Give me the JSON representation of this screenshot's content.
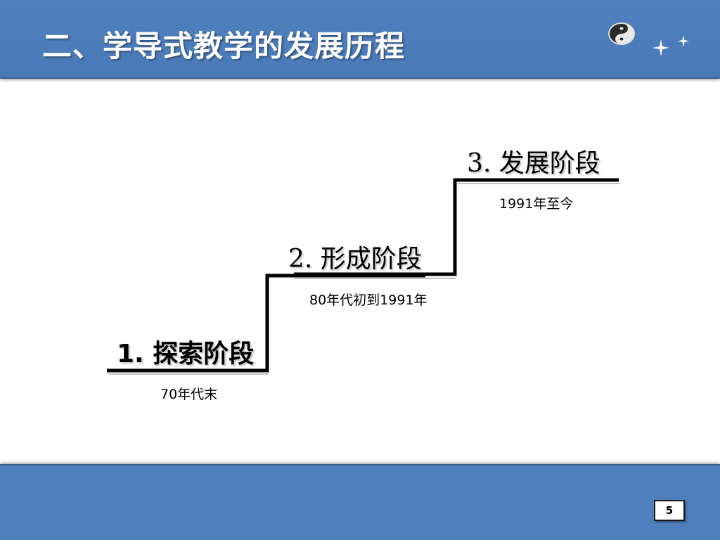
{
  "slide": {
    "title": "二、学导式教学的发展历程",
    "page_number": "5"
  },
  "stages": [
    {
      "label": "1. 探索阶段",
      "period": "70年代末"
    },
    {
      "label": "2.  形成阶段",
      "period": "80年代初到1991年"
    },
    {
      "label": "3.  发展阶段",
      "period": "1991年至今"
    }
  ],
  "icons": {
    "logo": "yin-yang-icon",
    "decoration": "sparkle-icon"
  },
  "colors": {
    "header": "#4f80bd",
    "footer": "#4f80bd",
    "stair_line": "#000000"
  }
}
